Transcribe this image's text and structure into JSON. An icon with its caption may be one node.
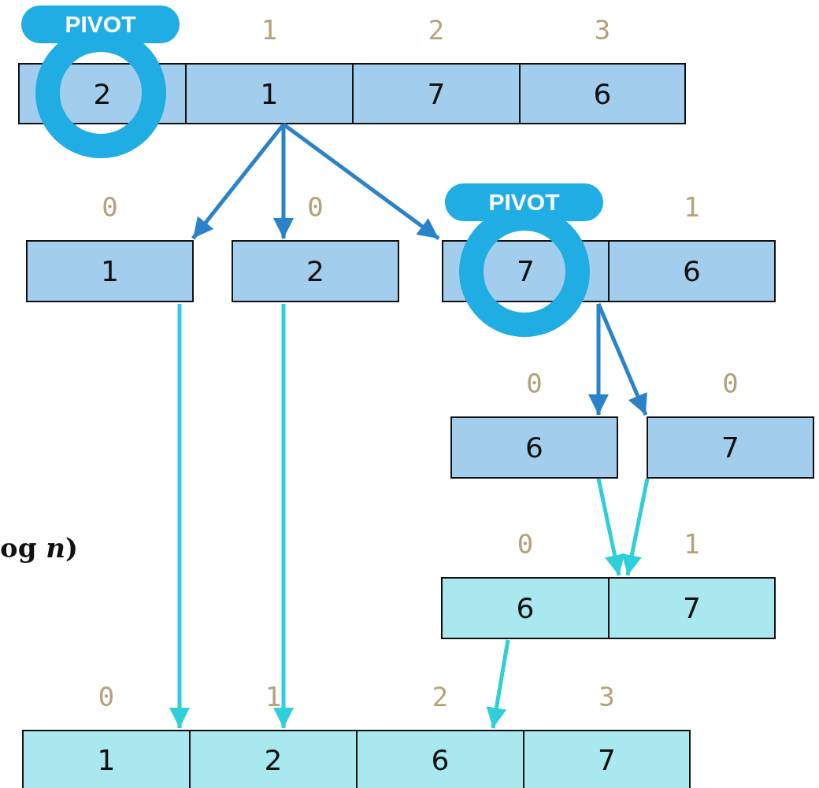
{
  "diagram": {
    "nodes": [
      {
        "text": [
          "PIVOT"
        ]
      },
      {
        "text": [
          "2"
        ]
      },
      {
        "text": [
          "1"
        ],
        "beside": [
          "1"
        ]
      },
      {
        "text": [
          "7"
        ],
        "beside": [
          "2"
        ]
      },
      {
        "text": [
          "6"
        ],
        "beside": [
          "3"
        ]
      },
      {
        "text": [
          "1"
        ],
        "beside": [
          "0"
        ]
      },
      {
        "text": [
          "2"
        ],
        "beside": [
          "0"
        ]
      },
      {
        "text": [
          "PIVOT"
        ]
      },
      {
        "text": [
          "7"
        ]
      },
      {
        "text": [
          "6"
        ],
        "beside": [
          "1"
        ]
      },
      {
        "text": [
          "6"
        ],
        "beside": [
          "0"
        ]
      },
      {
        "text": [
          "7"
        ],
        "beside": [
          "0"
        ]
      },
      {
        "text": [
          "6"
        ],
        "beside": [
          "0"
        ]
      },
      {
        "text": [
          "7"
        ],
        "beside": [
          "1"
        ]
      },
      {
        "text": [
          "1"
        ],
        "beside": [
          "0"
        ]
      },
      {
        "text": [
          "2"
        ],
        "beside": [
          "1"
        ]
      },
      {
        "text": [
          "6"
        ],
        "beside": [
          "2"
        ]
      },
      {
        "text": [
          "7"
        ],
        "beside": [
          "3"
        ]
      },
      {
        "text": [],
        "shape": "circle"
      },
      {
        "text": [],
        "shape": "circle"
      }
    ],
    "edges": [
      {
        "from": 2,
        "to": 5,
        "arrow": "to"
      },
      {
        "from": 2,
        "to": 6,
        "arrow": "to"
      },
      {
        "from": 2,
        "to": 8,
        "arrow": "to"
      },
      {
        "from": 8,
        "to": 10,
        "arrow": "to"
      },
      {
        "from": 8,
        "to": 11,
        "arrow": "to"
      },
      {
        "from": 5,
        "to": 14,
        "arrow": "to",
        "color": "#2ecfd8"
      },
      {
        "from": 6,
        "to": 15,
        "arrow": "to",
        "color": "#2ecfd8"
      },
      {
        "from": 10,
        "to": 13,
        "arrow": "to",
        "color": "#2ecfd8"
      },
      {
        "from": 11,
        "to": 13,
        "arrow": "to",
        "color": "#2ecfd8"
      },
      {
        "from": 12,
        "to": 16,
        "arrow": "to",
        "color": "#2ecfd8"
      }
    ],
    "labels": [
      "og *n*)"
    ]
  }
}
